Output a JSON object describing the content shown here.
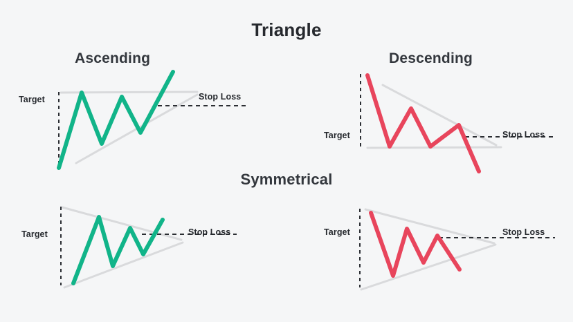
{
  "page": {
    "background_color": "#f5f6f7",
    "title": "Triangle"
  },
  "titles": {
    "main": "Triangle",
    "ascending": "Ascending",
    "descending": "Descending",
    "symmetrical": "Symmetrical"
  },
  "labels": {
    "target": "Target",
    "stop_loss": "Stop Loss"
  },
  "colors": {
    "bullish": "#11b489",
    "bearish": "#e8455c",
    "trendline": "#d6d7d9",
    "dashed": "#2b2e33",
    "text": "#26292e",
    "background": "#f5f6f7"
  },
  "chart_data": [
    {
      "type": "line",
      "title": "Ascending",
      "direction": "bullish",
      "color": "#11b489",
      "xlabel": "",
      "ylabel": "",
      "grid": false,
      "legend": false,
      "xlim": [
        0,
        360
      ],
      "ylim": [
        0,
        160
      ],
      "annotations": [
        "Target",
        "Stop Loss"
      ],
      "price_path": [
        [
          85,
          243
        ],
        [
          118,
          134
        ],
        [
          147,
          208
        ],
        [
          176,
          140
        ],
        [
          203,
          192
        ],
        [
          250,
          104
        ]
      ],
      "resistance_line": [
        [
          88,
          134
        ],
        [
          283,
          133
        ]
      ],
      "support_line": [
        [
          110,
          235
        ],
        [
          283,
          137
        ]
      ],
      "target_line": [
        [
          85,
          135
        ],
        [
          85,
          243
        ]
      ],
      "stop_loss_line": [
        [
          228,
          153
        ],
        [
          358,
          153
        ]
      ]
    },
    {
      "type": "line",
      "title": "Descending",
      "direction": "bearish",
      "color": "#e8455c",
      "xlabel": "",
      "ylabel": "",
      "grid": false,
      "legend": false,
      "xlim": [
        0,
        360
      ],
      "ylim": [
        0,
        200
      ],
      "annotations": [
        "Target",
        "Stop Loss"
      ],
      "price_path": [
        [
          531,
          109
        ],
        [
          563,
          212
        ],
        [
          594,
          157
        ],
        [
          622,
          212
        ],
        [
          663,
          181
        ],
        [
          692,
          248
        ]
      ],
      "support_line": [
        [
          531,
          214
        ],
        [
          722,
          213
        ]
      ],
      "resistance_line": [
        [
          553,
          123
        ],
        [
          715,
          209
        ]
      ],
      "target_line": [
        [
          521,
          108
        ],
        [
          521,
          213
        ]
      ],
      "stop_loss_line": [
        [
          672,
          198
        ],
        [
          800,
          198
        ]
      ]
    },
    {
      "type": "line",
      "title": "Symmetrical (bullish breakout)",
      "direction": "bullish",
      "color": "#11b489",
      "xlabel": "",
      "ylabel": "",
      "grid": false,
      "legend": false,
      "xlim": [
        0,
        360
      ],
      "ylim": [
        0,
        140
      ],
      "annotations": [
        "Target",
        "Stop Loss"
      ],
      "price_path": [
        [
          106,
          410
        ],
        [
          143,
          314
        ],
        [
          163,
          385
        ],
        [
          188,
          330
        ],
        [
          207,
          368
        ],
        [
          235,
          318
        ]
      ],
      "resistance_line": [
        [
          90,
          300
        ],
        [
          260,
          347
        ]
      ],
      "support_line": [
        [
          93,
          415
        ],
        [
          262,
          350
        ]
      ],
      "target_line": [
        [
          88,
          300
        ],
        [
          88,
          412
        ]
      ],
      "stop_loss_line": [
        [
          205,
          338
        ],
        [
          270,
          338
        ]
      ],
      "stop_loss_line_ext": [
        [
          205,
          338
        ],
        [
          340,
          338
        ]
      ]
    },
    {
      "type": "line",
      "title": "Symmetrical (bearish breakdown)",
      "direction": "bearish",
      "color": "#e8455c",
      "xlabel": "",
      "ylabel": "",
      "grid": false,
      "legend": false,
      "xlim": [
        0,
        360
      ],
      "ylim": [
        0,
        140
      ],
      "annotations": [
        "Target",
        "Stop Loss"
      ],
      "price_path": [
        [
          536,
          308
        ],
        [
          568,
          399
        ],
        [
          588,
          331
        ],
        [
          612,
          380
        ],
        [
          632,
          341
        ],
        [
          664,
          390
        ]
      ],
      "resistance_line": [
        [
          528,
          303
        ],
        [
          712,
          352
        ]
      ],
      "support_line": [
        [
          522,
          418
        ],
        [
          714,
          354
        ]
      ],
      "target_line": [
        [
          520,
          303
        ],
        [
          520,
          415
        ]
      ],
      "stop_loss_line": [
        [
          634,
          343
        ],
        [
          802,
          343
        ]
      ]
    }
  ]
}
